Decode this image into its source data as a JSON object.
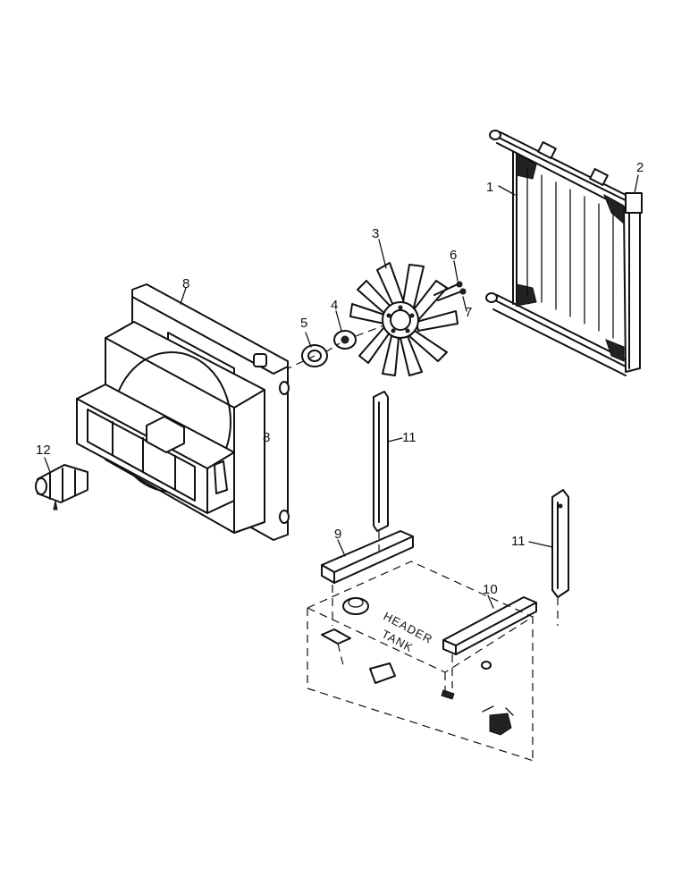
{
  "callouts": {
    "c1": "1",
    "c2": "2",
    "c3": "3",
    "c4": "4",
    "c5": "5",
    "c6": "6",
    "c7": "7",
    "c8": "8",
    "c8b": "8",
    "c9": "9",
    "c10": "10",
    "c11a": "11",
    "c11b": "11",
    "c12": "12"
  },
  "tank_label": {
    "line1": "HEADER",
    "line2": "TANK"
  },
  "colors": {
    "line": "#111111",
    "background": "#ffffff"
  }
}
